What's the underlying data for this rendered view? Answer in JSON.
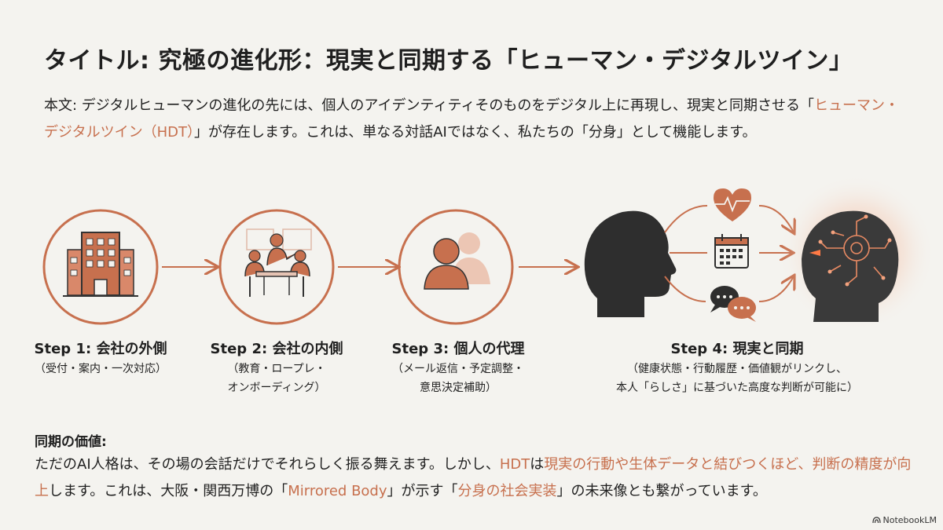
{
  "title": "タイトル: 究極の進化形：現実と同期する「ヒューマン・デジタルツイン」",
  "intro": {
    "part1": "本文: デジタルヒューマンの進化の先には、個人のアイデンティティそのものをデジタル上に再現し、現実と同期させる「",
    "highlight": "ヒューマン・デジタルツイン（HDT）",
    "part2": "」が存在します。これは、単なる対話AIではなく、私たちの「分身」として機能します。"
  },
  "steps": [
    {
      "title": "Step 1: 会社の外側",
      "sub1": "（受付・案内・一次対応）",
      "sub2": "",
      "icon": "office-building-icon"
    },
    {
      "title": "Step 2: 会社の内側",
      "sub1": "（教育・ロープレ・",
      "sub2": "オンボーディング）",
      "icon": "meeting-icon"
    },
    {
      "title": "Step 3: 個人の代理",
      "sub1": "（メール返信・予定調整・",
      "sub2": "意思決定補助）",
      "icon": "person-proxy-icon"
    },
    {
      "title": "Step 4: 現実と同期",
      "sub1": "（健康状態・行動履歴・価値観がリンクし、",
      "sub2": "本人「らしさ」に基づいた高度な判断が可能に）",
      "icon": "digital-twin-head-icon"
    }
  ],
  "sync": {
    "heading": "同期の価値:",
    "t1": "ただのAI人格は、その場の会話だけでそれらしく振る舞えます。しかし、",
    "h1": "HDT",
    "t2": "は",
    "h2": "現実の行動や生体データと結びつくほど、判断の精度が向上",
    "t3": "します。これは、大阪・関西万博の「",
    "h3": "Mirrored Body",
    "t4": "」が示す「",
    "h4": "分身の社会実装",
    "t5": "」の未来像とも繋がっています。"
  },
  "watermark": "NotebookLM",
  "colors": {
    "accent": "#c7704e",
    "background": "#f4f3ef",
    "text": "#1f1f1f",
    "icon_dark": "#2e2e2e"
  }
}
